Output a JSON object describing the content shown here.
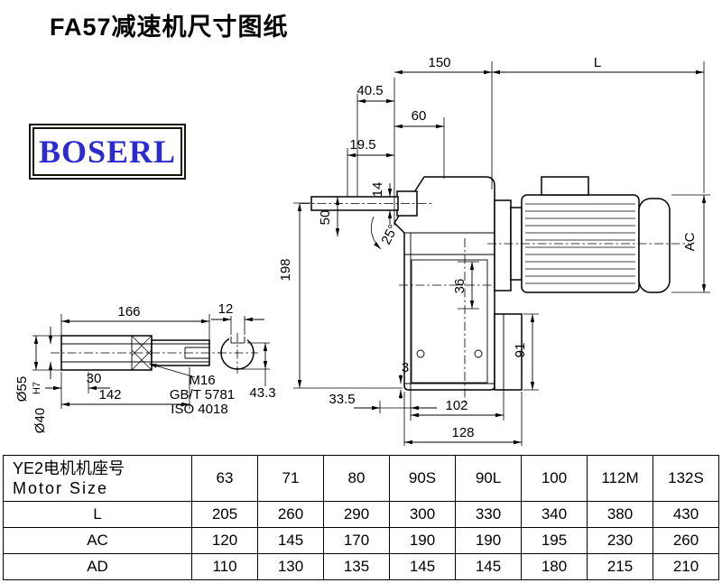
{
  "title": "FA57减速机尺寸图纸",
  "logo": {
    "text": "BOSERL",
    "text_color": "#2b2bd0",
    "border_color": "#1b1309"
  },
  "drawing": {
    "dims": {
      "top_width": "150",
      "motor_length": "L",
      "d40_5": "40.5",
      "d60": "60",
      "d19_5": "19.5",
      "d14": "14",
      "d50": "50",
      "angle": "25°",
      "height": "198",
      "motor_diameter": "AC",
      "d36": "36",
      "d91": "91",
      "d3": "3",
      "d33_5": "33.5",
      "d102": "102",
      "d128": "128",
      "shaft_length": "166",
      "key_width": "12",
      "d30": "30",
      "d142": "142",
      "outer_dia": "Ø55",
      "bore_dia": "Ø40",
      "bore_tol": "H7",
      "d43_3": "43.3",
      "thread": "M16",
      "thread_std": "GB/T 5781",
      "thread_iso": "ISO 4018"
    }
  },
  "table": {
    "header_cn": "YE2电机机座号",
    "header_en": "Motor Size",
    "columns": [
      "63",
      "71",
      "80",
      "90S",
      "90L",
      "100",
      "112M",
      "132S"
    ],
    "rows": [
      {
        "label": "L",
        "values": [
          "205",
          "260",
          "290",
          "300",
          "330",
          "340",
          "380",
          "430"
        ]
      },
      {
        "label": "AC",
        "values": [
          "120",
          "145",
          "170",
          "190",
          "190",
          "195",
          "230",
          "260"
        ]
      },
      {
        "label": "AD",
        "values": [
          "110",
          "130",
          "135",
          "145",
          "145",
          "180",
          "215",
          "210"
        ]
      }
    ]
  }
}
